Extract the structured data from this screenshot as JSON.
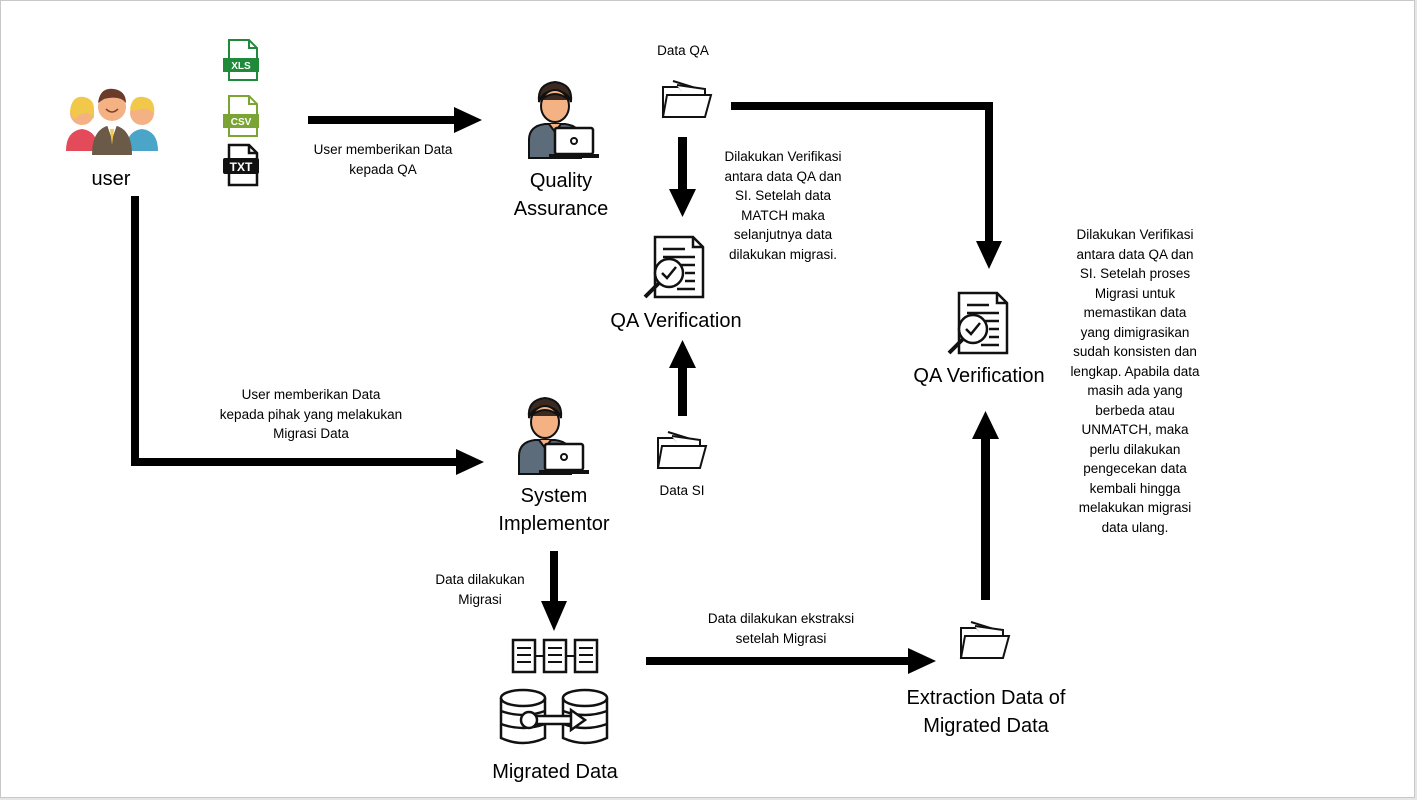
{
  "colors": {
    "accent": "#000000",
    "xls": "#1e8a3a",
    "csv": "#7aa534",
    "txt": "#111111",
    "skin": "#f4b183",
    "hair": "#4a2f27",
    "shirt": "#5c6c7a"
  },
  "nodes": {
    "user": "user",
    "quality_assurance": "Quality\nAssurance",
    "system_implementor": "System\nImplementor",
    "qa_verification_1": "QA Verification",
    "qa_verification_2": "QA Verification",
    "migrated_data": "Migrated Data",
    "extraction": "Extraction Data of\nMigrated Data"
  },
  "file_badges": {
    "xls": "XLS",
    "csv": "CSV",
    "txt": "TXT"
  },
  "labels": {
    "data_qa": "Data QA",
    "data_si": "Data SI",
    "user_to_qa": "User memberikan Data\nkepada QA",
    "user_to_si": "User memberikan Data\nkepada pihak yang melakukan\nMigrasi Data",
    "verif_note_1": "Dilakukan Verifikasi\nantara data QA dan\nSI. Setelah data\nMATCH maka\nselanjutnya data\ndilakukan migrasi.",
    "verif_note_2": "Dilakukan Verifikasi\nantara data QA dan\nSI. Setelah proses\nMigrasi untuk\nmemastikan data\nyang dimigrasikan\nsudah konsisten dan\nlengkap. Apabila data\nmasih ada yang\nberbeda atau\nUNMATCH, maka\nperlu dilakukan\npengecekan data\nkembali hingga\nmelakukan migrasi\ndata ulang.",
    "migration_note": "Data dilakukan\nMigrasi",
    "extraction_note": "Data dilakukan ekstraksi\nsetelah Migrasi"
  },
  "icons": [
    "users-group-icon",
    "xls-file-icon",
    "csv-file-icon",
    "txt-file-icon",
    "person-laptop-icon",
    "folder-icon",
    "document-check-icon",
    "database-migration-icon"
  ]
}
